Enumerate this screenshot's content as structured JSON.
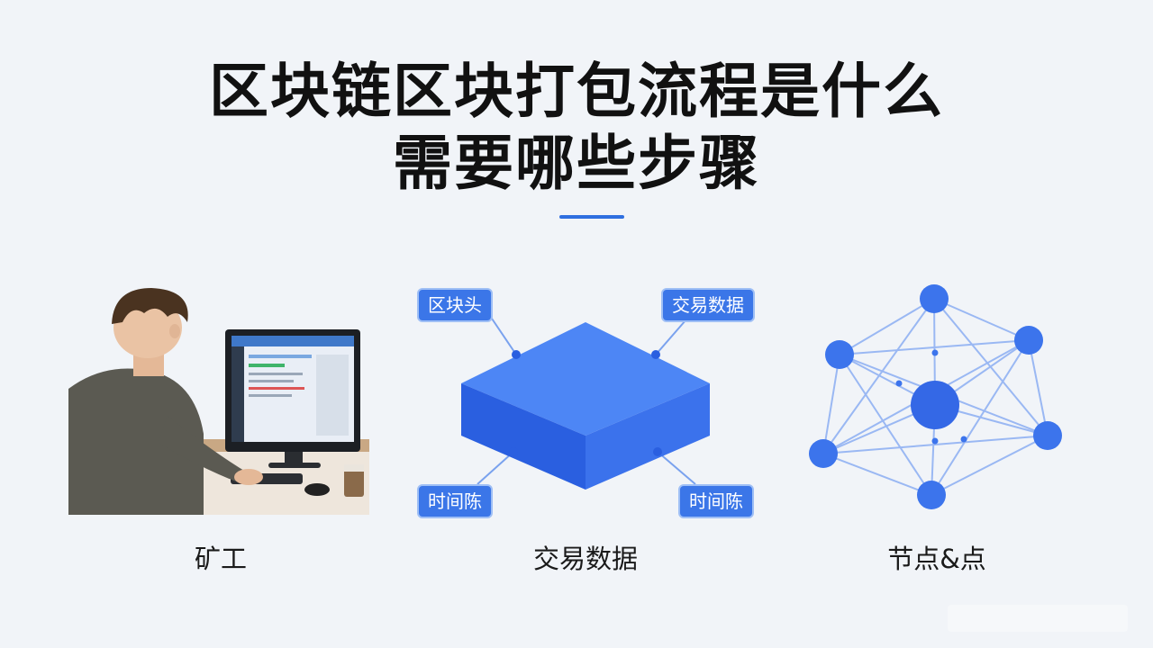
{
  "title": {
    "line1": "区块链区块打包流程是什么",
    "line2": "需要哪些步骤"
  },
  "colors": {
    "accent": "#2f6fe0",
    "block_top": "#4d86f5",
    "block_front": "#2a5fe0",
    "node": "#3c74ec",
    "edge": "#9ab8f3"
  },
  "panels": {
    "miner": {
      "caption": "矿工",
      "icon": "miner-at-computer-illustration"
    },
    "block": {
      "caption": "交易数据",
      "icon": "block-cube-icon",
      "tags": {
        "top_left": "区块头",
        "top_right": "交易数据",
        "bottom_left": "时间陈",
        "bottom_right": "时间陈"
      }
    },
    "network": {
      "caption": "节点&点",
      "icon": "node-network-icon"
    }
  }
}
